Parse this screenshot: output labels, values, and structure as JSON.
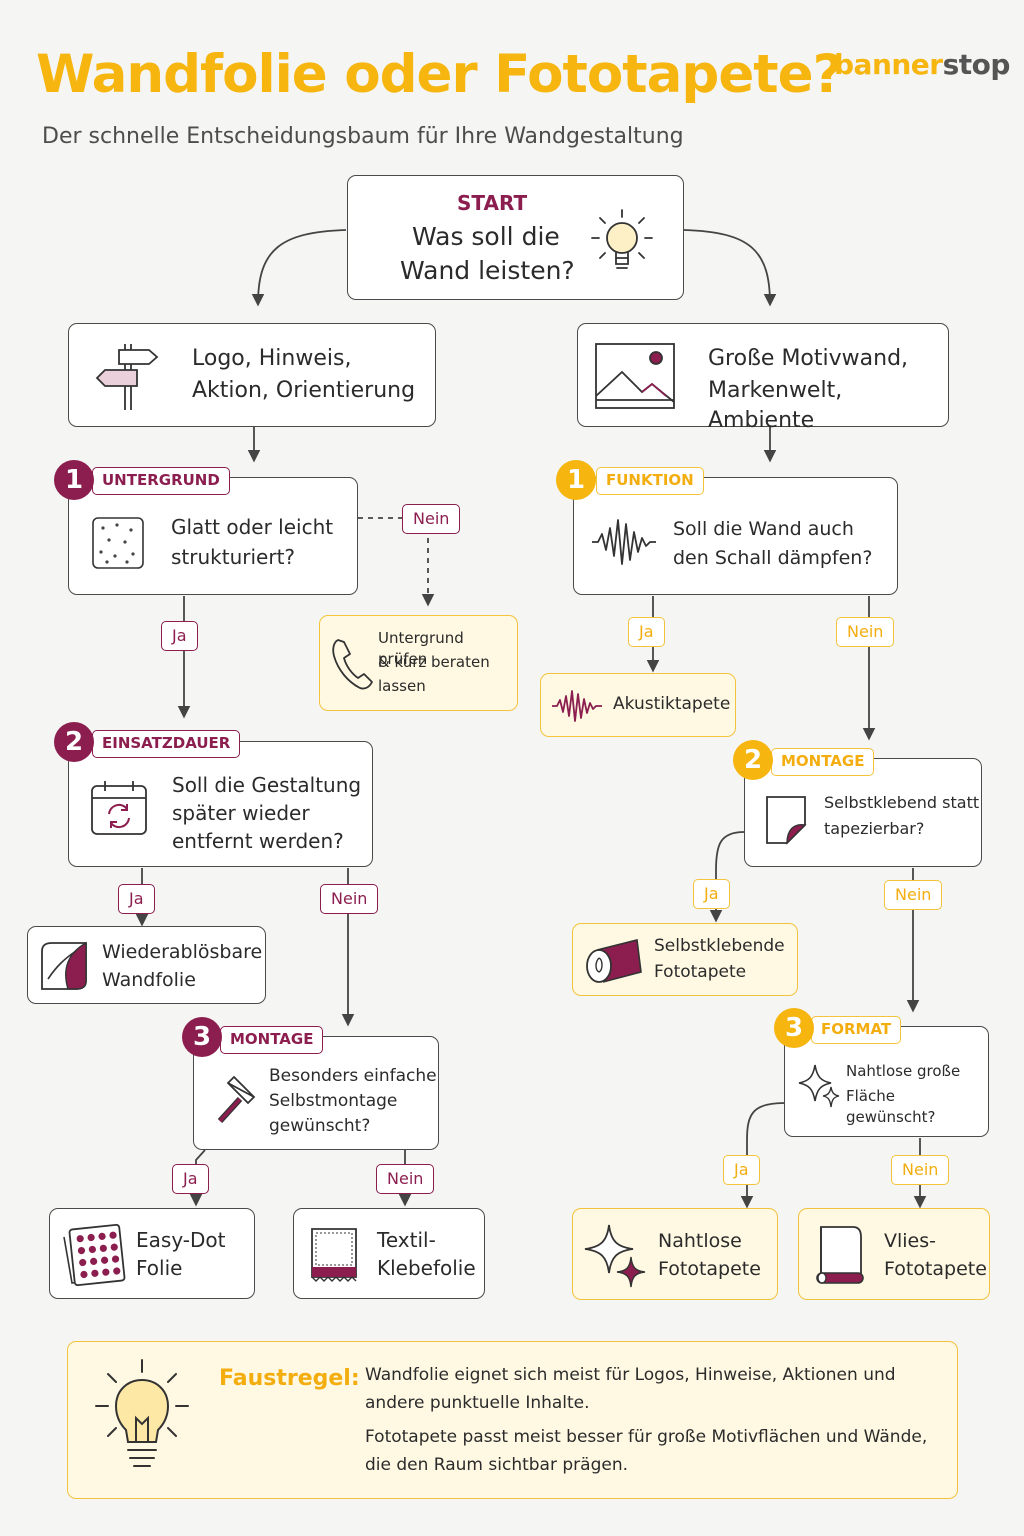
{
  "header": {
    "title": "Wandfolie oder Fototapete?",
    "subtitle": "Der schnelle Entscheidungsbaum für Ihre Wandgestaltung",
    "brand_part1": "banner",
    "brand_part2": "stop"
  },
  "colors": {
    "accent_yellow": "#f6b50f",
    "accent_magenta": "#8b1e4f",
    "background": "#f5f5f3"
  },
  "start": {
    "label": "START",
    "line1": "Was soll die",
    "line2": "Wand leisten?",
    "icon": "lightbulb-icon"
  },
  "left": {
    "category": {
      "line1": "Logo, Hinweis,",
      "line2": "Aktion, Orientierung",
      "icon": "signpost-icon"
    },
    "q1": {
      "number": "1",
      "tag": "UNTERGRUND",
      "line1": "Glatt oder leicht",
      "line2": "strukturiert?",
      "yes": "Ja",
      "no": "Nein",
      "icon": "textured-surface-icon"
    },
    "advice": {
      "line1": "Untergrund prüfen",
      "line2": "& kurz beraten",
      "line3": "lassen",
      "icon": "phone-icon"
    },
    "q2": {
      "number": "2",
      "tag": "EINSATZDAUER",
      "line1": "Soll die Gestaltung",
      "line2": "später wieder",
      "line3": "entfernt werden?",
      "yes": "Ja",
      "no": "Nein",
      "icon": "calendar-refresh-icon"
    },
    "result_removable": {
      "line1": "Wiederablösbare",
      "line2": "Wandfolie",
      "icon": "peel-sheet-icon"
    },
    "q3": {
      "number": "3",
      "tag": "MONTAGE",
      "line1": "Besonders einfache",
      "line2": "Selbstmontage",
      "line3": "gewünscht?",
      "yes": "Ja",
      "no": "Nein",
      "icon": "squeegee-icon"
    },
    "result_easydot": {
      "line1": "Easy-Dot",
      "line2": "Folie",
      "icon": "dot-sheet-icon"
    },
    "result_textile": {
      "line1": "Textil-",
      "line2": "Klebefolie",
      "icon": "fabric-icon"
    }
  },
  "right": {
    "category": {
      "line1": "Große Motivwand,",
      "line2": "Markenwelt, Ambiente",
      "icon": "landscape-image-icon"
    },
    "q1": {
      "number": "1",
      "tag": "FUNKTION",
      "line1": "Soll die Wand auch",
      "line2": "den Schall dämpfen?",
      "yes": "Ja",
      "no": "Nein",
      "icon": "soundwave-icon"
    },
    "result_acoustic": {
      "label": "Akustiktapete",
      "icon": "soundwave-icon"
    },
    "q2": {
      "number": "2",
      "tag": "MONTAGE",
      "line1": "Selbstklebend statt",
      "line2": "tapezierbar?",
      "yes": "Ja",
      "no": "Nein",
      "icon": "peel-corner-icon"
    },
    "result_selfadhesive": {
      "line1": "Selbstklebende",
      "line2": "Fototapete",
      "icon": "roll-icon"
    },
    "q3": {
      "number": "3",
      "tag": "FORMAT",
      "line1": "Nahtlose große",
      "line2": "Fläche gewünscht?",
      "yes": "Ja",
      "no": "Nein",
      "icon": "sparkle-icon"
    },
    "result_seamless": {
      "line1": "Nahtlose",
      "line2": "Fototapete",
      "icon": "sparkle-icon"
    },
    "result_fleece": {
      "line1": "Vlies-",
      "line2": "Fototapete",
      "icon": "wallpaper-roll-icon"
    }
  },
  "tip": {
    "heading": "Faustregel:",
    "p1_line1": "Wandfolie eignet sich meist für Logos, Hinweise, Aktionen und",
    "p1_line2": "andere punktuelle Inhalte.",
    "p2_line1": "Fototapete passt meist besser für große Motivflächen und Wände,",
    "p2_line2": "die den Raum sichtbar prägen.",
    "icon": "lightbulb-icon"
  }
}
